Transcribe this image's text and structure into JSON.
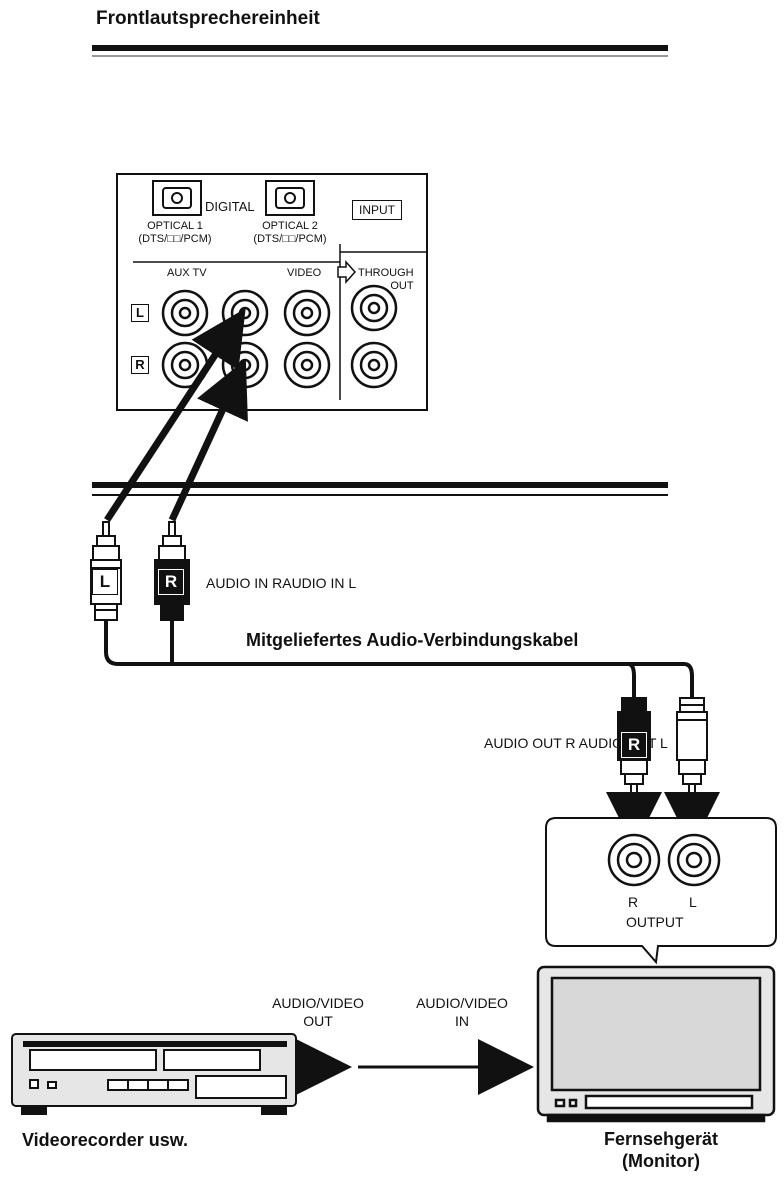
{
  "section_title": "Frontlautsprechereinheit",
  "panel": {
    "digital_label": "DIGITAL",
    "optical1_line1": "OPTICAL 1",
    "optical1_line2": "(DTS/□□/PCM)",
    "optical2_line1": "OPTICAL 2",
    "optical2_line2": "(DTS/□□/PCM)",
    "input_label": "INPUT",
    "aux_tv_label": "AUX TV",
    "video_label": "VIDEO",
    "through_line1": "THROUGH",
    "through_line2": "OUT",
    "row_l": "L",
    "row_r": "R"
  },
  "plugs_in": {
    "left_letter": "L",
    "right_letter": "R",
    "caption": "AUDIO IN RAUDIO IN L"
  },
  "cable_label": "Mitgeliefertes Audio-Verbindungskabel",
  "plugs_out": {
    "right_letter": "R",
    "caption": "AUDIO OUT R AUDIO OUT L"
  },
  "tv_output": {
    "r_label": "R",
    "l_label": "L",
    "output_label": "OUTPUT"
  },
  "av_link": {
    "out_line1": "AUDIO/VIDEO",
    "out_line2": "OUT",
    "in_line1": "AUDIO/VIDEO",
    "in_line2": "IN"
  },
  "vcr_label": "Videorecorder usw.",
  "tv_label_line1": "Fernsehgerät",
  "tv_label_line2": "(Monitor)",
  "colors": {
    "ink": "#111111",
    "grey": "#999999",
    "screen": "#d8d8d8",
    "body": "#e6e6e6"
  }
}
